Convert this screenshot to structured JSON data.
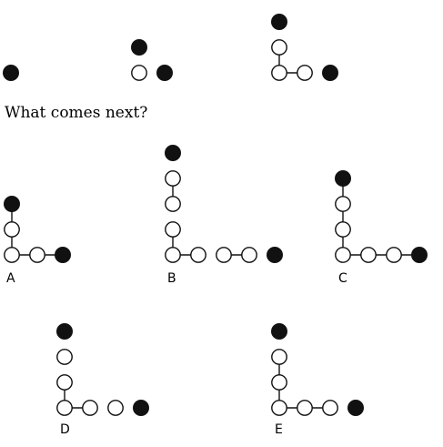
{
  "question": "What comes next?",
  "colors": {
    "filled": "#111111",
    "stroke": "#111111",
    "empty_fill": "#ffffff",
    "background": "#ffffff"
  },
  "sequence_figures": [
    {
      "name": "figure-1",
      "vertical": [],
      "horizontal": []
    },
    {
      "name": "figure-2",
      "vertical": [
        {
          "filled": true
        }
      ],
      "horizontal": [
        {
          "filled": true,
          "joined": false
        }
      ]
    },
    {
      "name": "figure-3",
      "vertical": [
        {
          "filled": false,
          "joined": true
        },
        {
          "filled": true,
          "joined": false
        }
      ],
      "horizontal": [
        {
          "filled": false,
          "joined": true
        },
        {
          "filled": true,
          "joined": false
        }
      ]
    }
  ],
  "options": [
    {
      "label": "A",
      "vertical": [
        {
          "filled": false,
          "joined": true
        },
        {
          "filled": true,
          "joined": true
        }
      ],
      "horizontal": [
        {
          "filled": false,
          "joined": true
        },
        {
          "filled": true,
          "joined": true
        }
      ]
    },
    {
      "label": "B",
      "vertical": [
        {
          "filled": false,
          "joined": true
        },
        {
          "filled": false,
          "joined": false
        },
        {
          "filled": false,
          "joined": true
        },
        {
          "filled": true,
          "joined": false
        }
      ],
      "horizontal": [
        {
          "filled": false,
          "joined": true
        },
        {
          "filled": false,
          "joined": false
        },
        {
          "filled": false,
          "joined": true
        },
        {
          "filled": true,
          "joined": false
        }
      ]
    },
    {
      "label": "C",
      "vertical": [
        {
          "filled": false,
          "joined": true
        },
        {
          "filled": false,
          "joined": true
        },
        {
          "filled": true,
          "joined": true
        }
      ],
      "horizontal": [
        {
          "filled": false,
          "joined": true
        },
        {
          "filled": false,
          "joined": true
        },
        {
          "filled": true,
          "joined": true
        }
      ]
    },
    {
      "label": "D",
      "vertical": [
        {
          "filled": false,
          "joined": true
        },
        {
          "filled": false,
          "joined": false
        },
        {
          "filled": true,
          "joined": false
        }
      ],
      "horizontal": [
        {
          "filled": false,
          "joined": true
        },
        {
          "filled": false,
          "joined": false
        },
        {
          "filled": true,
          "joined": false
        }
      ]
    },
    {
      "label": "E",
      "vertical": [
        {
          "filled": false,
          "joined": true
        },
        {
          "filled": false,
          "joined": true
        },
        {
          "filled": true,
          "joined": false
        }
      ],
      "horizontal": [
        {
          "filled": false,
          "joined": true
        },
        {
          "filled": false,
          "joined": true
        },
        {
          "filled": true,
          "joined": false
        }
      ]
    }
  ]
}
